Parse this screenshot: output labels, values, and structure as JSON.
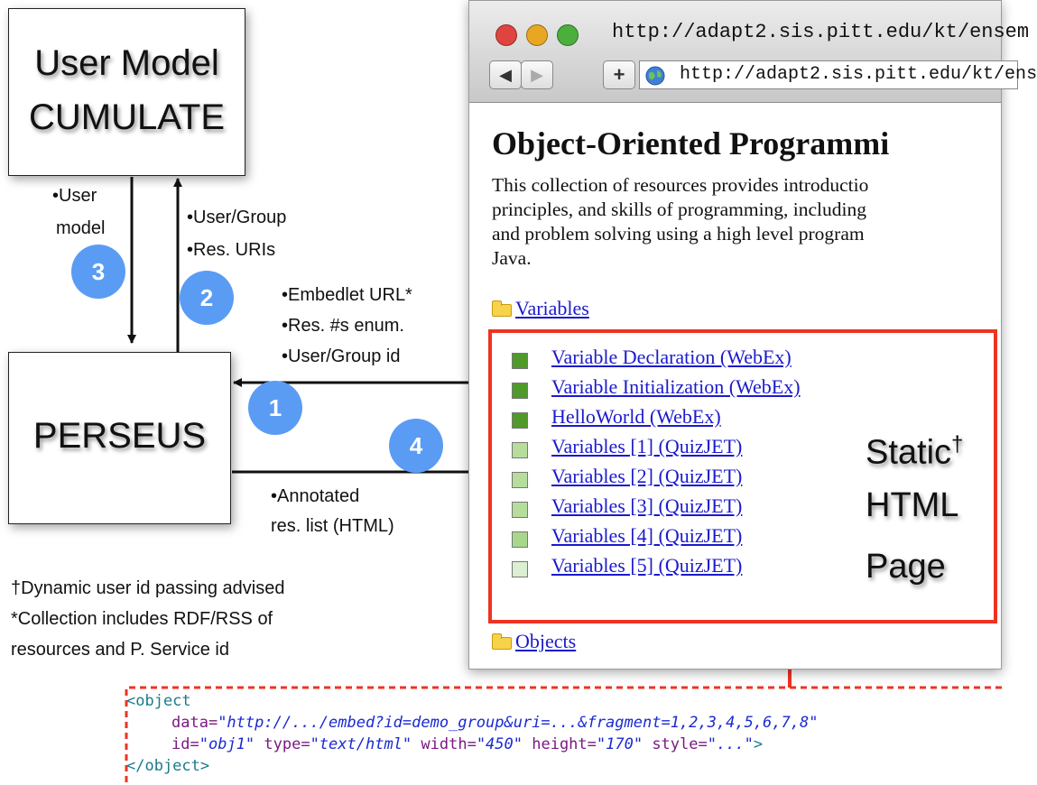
{
  "user_model": {
    "line1": "User Model",
    "line2": "CUMULATE"
  },
  "perseus": {
    "label": "PERSEUS"
  },
  "steps": {
    "one": "1",
    "two": "2",
    "three": "3",
    "four": "4"
  },
  "labels": {
    "user_model_l1": "•User",
    "user_model_l2": "model",
    "user_group": "•User/Group",
    "res_uris": "•Res. URIs",
    "embedlet_url": "•Embedlet URL*",
    "res_enum": "•Res. #s enum.",
    "user_group_id": "•User/Group id",
    "annotated_l1": "•Annotated",
    "annotated_l2": "res. list (HTML)"
  },
  "notes": {
    "dagger": "†Dynamic user id passing advised",
    "star_l1": "*Collection includes RDF/RSS of",
    "star_l2": "resources and P. Service id"
  },
  "browser": {
    "title_url": "http://adapt2.sis.pitt.edu/kt/ensem",
    "address_url": "http://adapt2.sis.pitt.edu/kt/ens",
    "back": "◀",
    "forward": "▶",
    "add": "+",
    "heading": "Object-Oriented Programmi",
    "description": [
      "This collection of resources provides introductio",
      "principles, and skills of programming, including",
      "and problem solving using a high level program",
      "Java."
    ],
    "folder_variables": "Variables",
    "folder_objects": "Objects",
    "items": [
      {
        "label": "Variable Declaration (WebEx)",
        "color": "#4f9a2a"
      },
      {
        "label": "Variable Initialization (WebEx)",
        "color": "#4f9a2a"
      },
      {
        "label": "HelloWorld (WebEx)",
        "color": "#4f9a2a"
      },
      {
        "label": "Variables [1] (QuizJET)",
        "color": "#b6dd9c"
      },
      {
        "label": "Variables [2] (QuizJET)",
        "color": "#b6dd9c"
      },
      {
        "label": "Variables [3] (QuizJET)",
        "color": "#b6dd9c"
      },
      {
        "label": "Variables [4] (QuizJET)",
        "color": "#a8d78c"
      },
      {
        "label": "Variables [5] (QuizJET)",
        "color": "#dcefd2"
      }
    ]
  },
  "static_page": {
    "line1": "Static",
    "dagger": "†",
    "line2": "HTML",
    "line3": "Page"
  },
  "code": {
    "open_tag": "<object",
    "data_attr": "data=",
    "data_val": "\"http://.../embed?id=demo_group&uri=...&fragment=1,2,3,4,5,6,7,8\"",
    "id_attr": "id=",
    "id_val": "\"obj1\"",
    "type_attr": " type=",
    "type_val": "\"text/html\"",
    "width_attr": " width=",
    "width_val": "\"450\"",
    "height_attr": " height=",
    "height_val": "\"170\"",
    "style_attr": " style=",
    "style_val": "\"...\"",
    "close_bracket": ">",
    "close_tag": "</object>"
  }
}
